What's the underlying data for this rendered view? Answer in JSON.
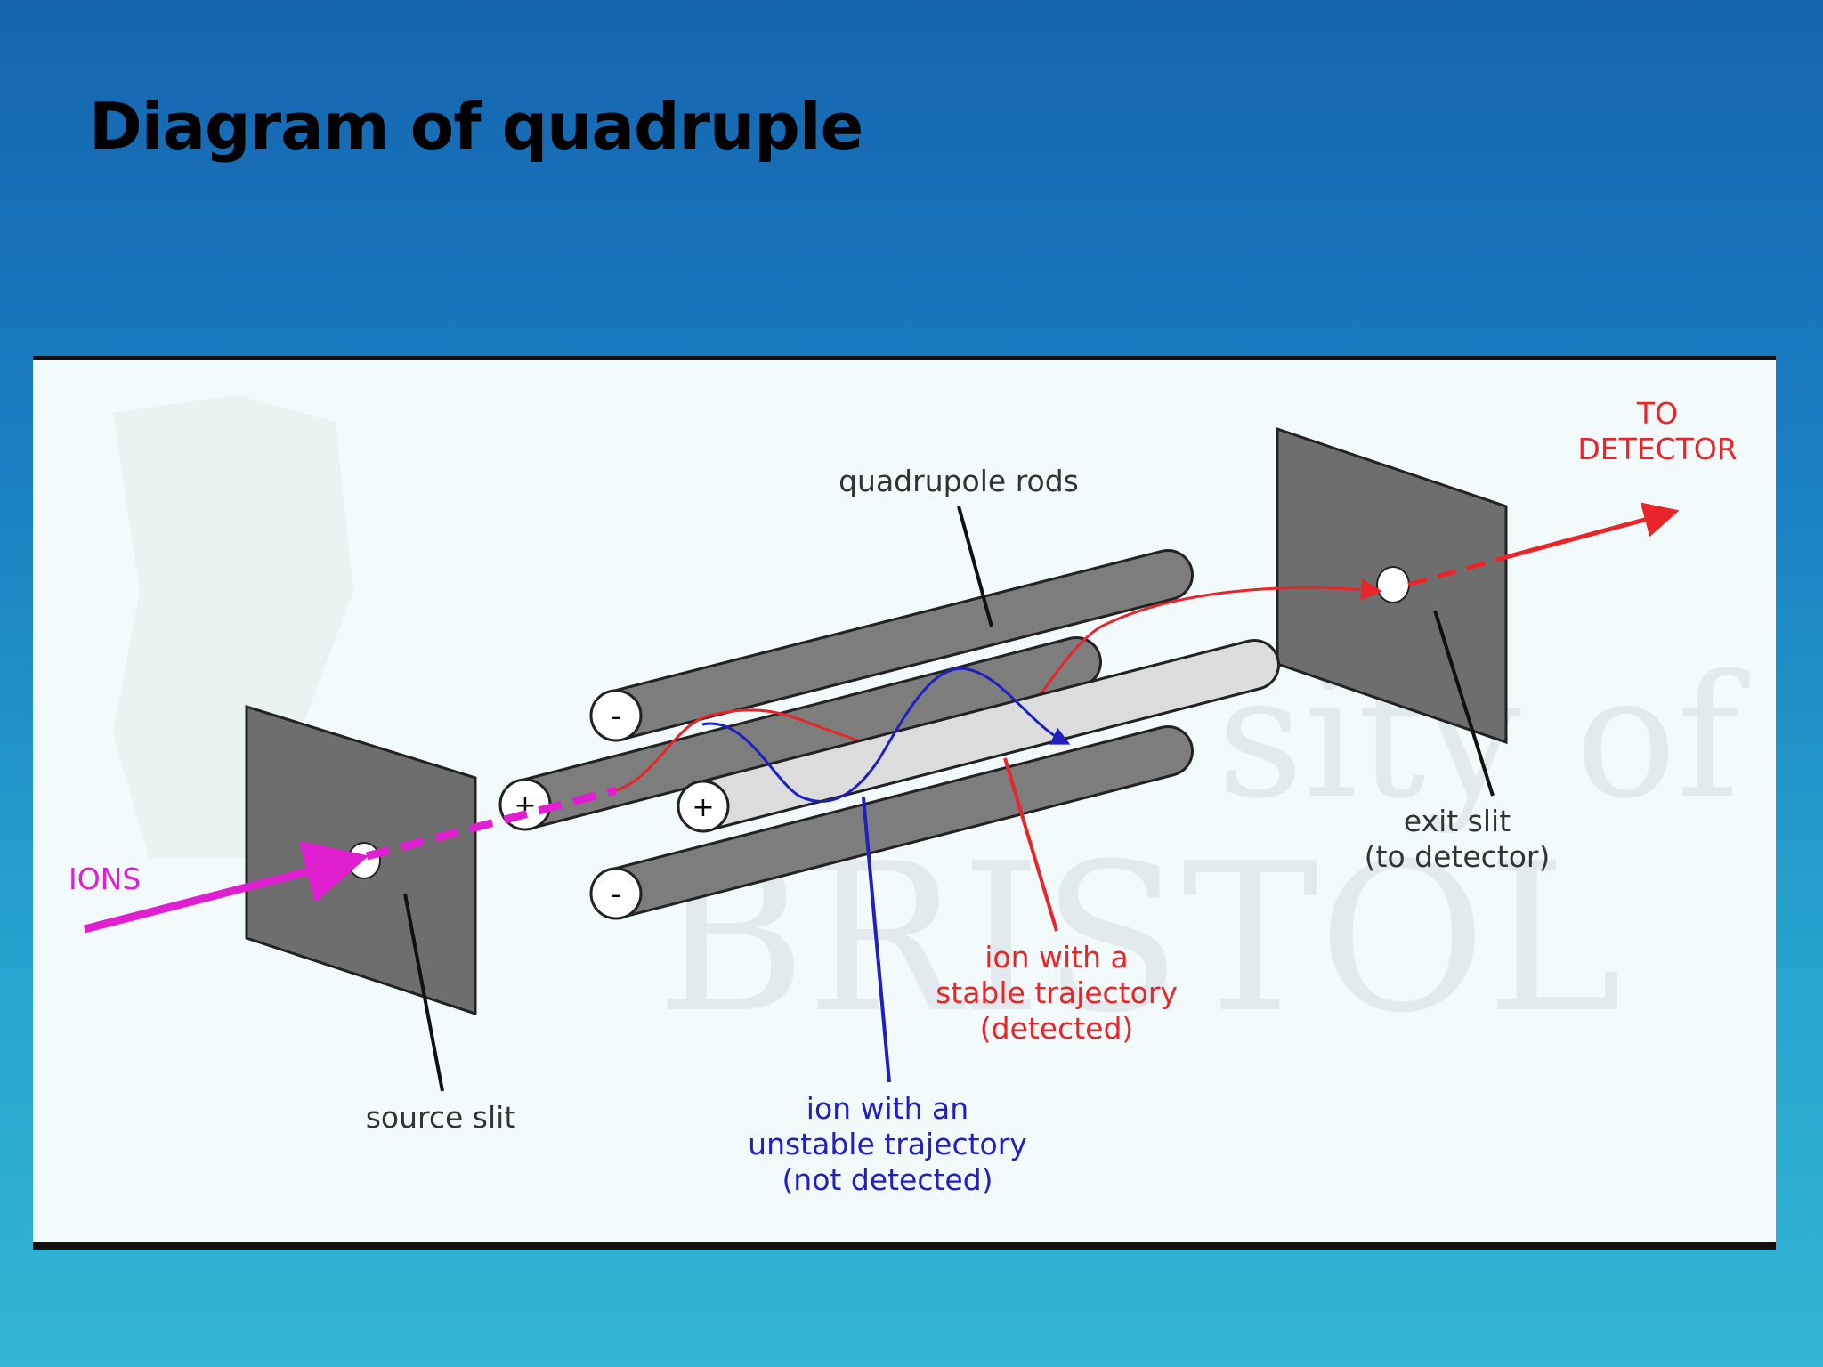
{
  "slide": {
    "title": "Diagram of quadruple"
  },
  "diagram": {
    "labels": {
      "ions": "IONS",
      "quadrupole_rods": "quadrupole rods",
      "to_detector_line1": "TO",
      "to_detector_line2": "DETECTOR",
      "exit_slit_line1": "exit slit",
      "exit_slit_line2": "(to detector)",
      "source_slit": "source slit",
      "stable_line1": "ion with a",
      "stable_line2": "stable trajectory",
      "stable_line3": "(detected)",
      "unstable_line1": "ion with an",
      "unstable_line2": "unstable trajectory",
      "unstable_line3": "(not detected)"
    },
    "rod_signs": {
      "top": "-",
      "left": "+",
      "right": "+",
      "bottom": "-"
    },
    "watermark": {
      "line1": "sity of",
      "line2": "BRISTOL"
    },
    "colors": {
      "ions": "#e020d0",
      "stable": "#e8262a",
      "unstable": "#2020c0",
      "plate": "#6e6e6e",
      "rod_dark": "#7d7d7d",
      "rod_light": "#dcdcdc"
    }
  }
}
